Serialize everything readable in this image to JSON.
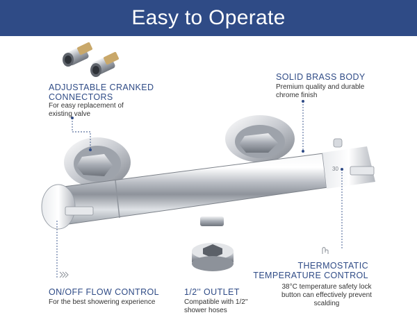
{
  "banner": {
    "title": "Easy to Operate"
  },
  "features": {
    "connectors": {
      "title_line1": "ADJUSTABLE CRANKED",
      "title_line2": "CONNECTORS",
      "desc_line1": "For easy replacement of",
      "desc_line2": "existing valve"
    },
    "body": {
      "title": "SOLID BRASS BODY",
      "desc_line1": "Premium quality and durable",
      "desc_line2": "chrome finish"
    },
    "thermostatic": {
      "title_line1": "THERMOSTATIC",
      "title_line2": "TEMPERATURE CONTROL",
      "desc_line1": "38°C temperature safety lock",
      "desc_line2": "button can effectively prevent",
      "desc_line3": "scalding"
    },
    "flow": {
      "title": "ON/OFF FLOW CONTROL",
      "desc": "For the best showering experience"
    },
    "outlet": {
      "title": "1/2'' OUTLET",
      "desc_line1": "Compatible with 1/2''",
      "desc_line2": "shower hoses"
    }
  },
  "dial": {
    "mark": "30"
  },
  "colors": {
    "accent": "#2f4b86",
    "chrome": "#c9ccd1",
    "text": "#333333"
  },
  "icons": [
    "connector-icon",
    "mixer-valve-icon",
    "hex-nut-icon",
    "rotate-arrow-icon",
    "push-hand-icon"
  ]
}
